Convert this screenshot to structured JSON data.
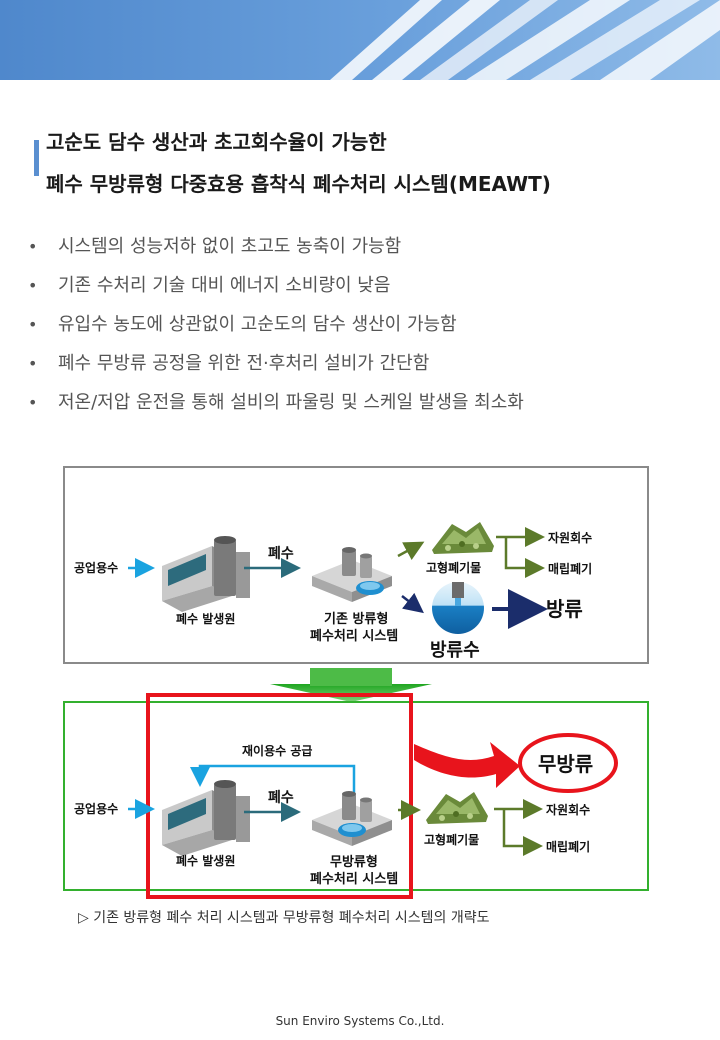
{
  "title": {
    "line1": "고순도 담수 생산과 초고회수율이 가능한",
    "line2": "폐수 무방류형 다중효용 흡착식 폐수처리 시스템(MEAWT)"
  },
  "features": [
    "시스템의 성능저하 없이 초고도 농축이 가능함",
    "기존 수처리 기술 대비 에너지 소비량이 낮음",
    "유입수 농도에 상관없이 고순도의 담수 생산이 가능함",
    "폐수 무방류 공정을 위한 전·후처리 설비가 간단함",
    "저온/저압 운전을 통해 설비의 파울링 및 스케일 발생을 최소화"
  ],
  "diagram": {
    "top": {
      "industrial_water": "공업용수",
      "wastewater": "폐수",
      "source": "폐수 발생원",
      "system_line1": "기존 방류형",
      "system_line2": "폐수처리 시스템",
      "solid_waste": "고형폐기물",
      "resource_recovery": "자원회수",
      "landfill": "매립폐기",
      "discharge": "방류",
      "discharge_water": "방류수"
    },
    "bottom": {
      "industrial_water": "공업용수",
      "reuse_supply": "재이용수 공급",
      "wastewater": "폐수",
      "source": "폐수 발생원",
      "system_line1": "무방류형",
      "system_line2": "폐수처리 시스템",
      "solid_waste": "고형폐기물",
      "resource_recovery": "자원회수",
      "landfill": "매립폐기",
      "zero_discharge": "무방류"
    }
  },
  "caption": "▷ 기존 방류형 폐수 처리 시스템과 무방류형 폐수처리 시스템의 개략도",
  "footer": "Sun Enviro Systems Co.,Ltd.",
  "colors": {
    "header_blue": "#5b93d3",
    "accent_red": "#e8141c",
    "transition_green": "#33b02e",
    "flow_teal": "#2b6b7b",
    "flow_olive": "#5c7a2a"
  }
}
